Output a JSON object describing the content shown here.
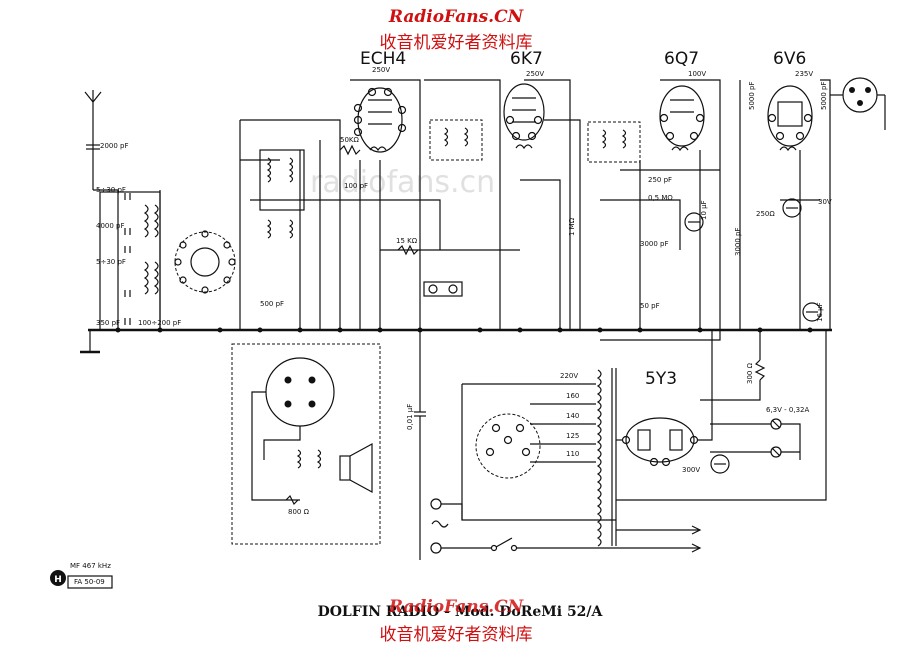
{
  "watermark": {
    "site": "RadioFans.CN",
    "chinese": "收音机爱好者资料库",
    "faint": "radiofans.cn"
  },
  "tubes": {
    "ech4": "ECH4",
    "k6k7": "6K7",
    "q6q7": "6Q7",
    "v6v6": "6V6",
    "y5y3": "5Y3"
  },
  "voltages": {
    "v250a": "250V",
    "v250b": "250V",
    "v100": "100V",
    "v235": "235V",
    "v30": "30V",
    "v300": "300V"
  },
  "components": {
    "c2000pf": "2000 pF",
    "c5x30": "5÷30 pF",
    "c4000": "4000 pF",
    "c5x30b": "5÷30 pF",
    "c350": "350 pF",
    "c100_200": "100÷200 pF",
    "c500": "500 pF",
    "r50k": "50KΩ",
    "c100pf": "100 pF",
    "r15k": "15 KΩ",
    "c250pf": "250 pF",
    "r05m": "0,5 MΩ",
    "c3000": "3000 pF",
    "c50pf": "50 pF",
    "r250": "250Ω",
    "r800": "800 Ω",
    "c10uf": "10 μF",
    "c16uf": "16 μF",
    "c001uf": "0,01 μF",
    "c5000a": "5000 pF",
    "c5000b": "5000 pF",
    "r300ohm": "300 Ω",
    "c3000b": "3000 pF",
    "r1mohm": "1 MΩ",
    "lamps": "6,3V - 0,32A"
  },
  "mains_taps": [
    "220V",
    "160",
    "140",
    "125",
    "110"
  ],
  "stamp": {
    "mf": "MF 467 kHz",
    "fa": "FA 50-09"
  },
  "caption": "DOLFIN RADIO - Mod. DoReMi 52/A"
}
